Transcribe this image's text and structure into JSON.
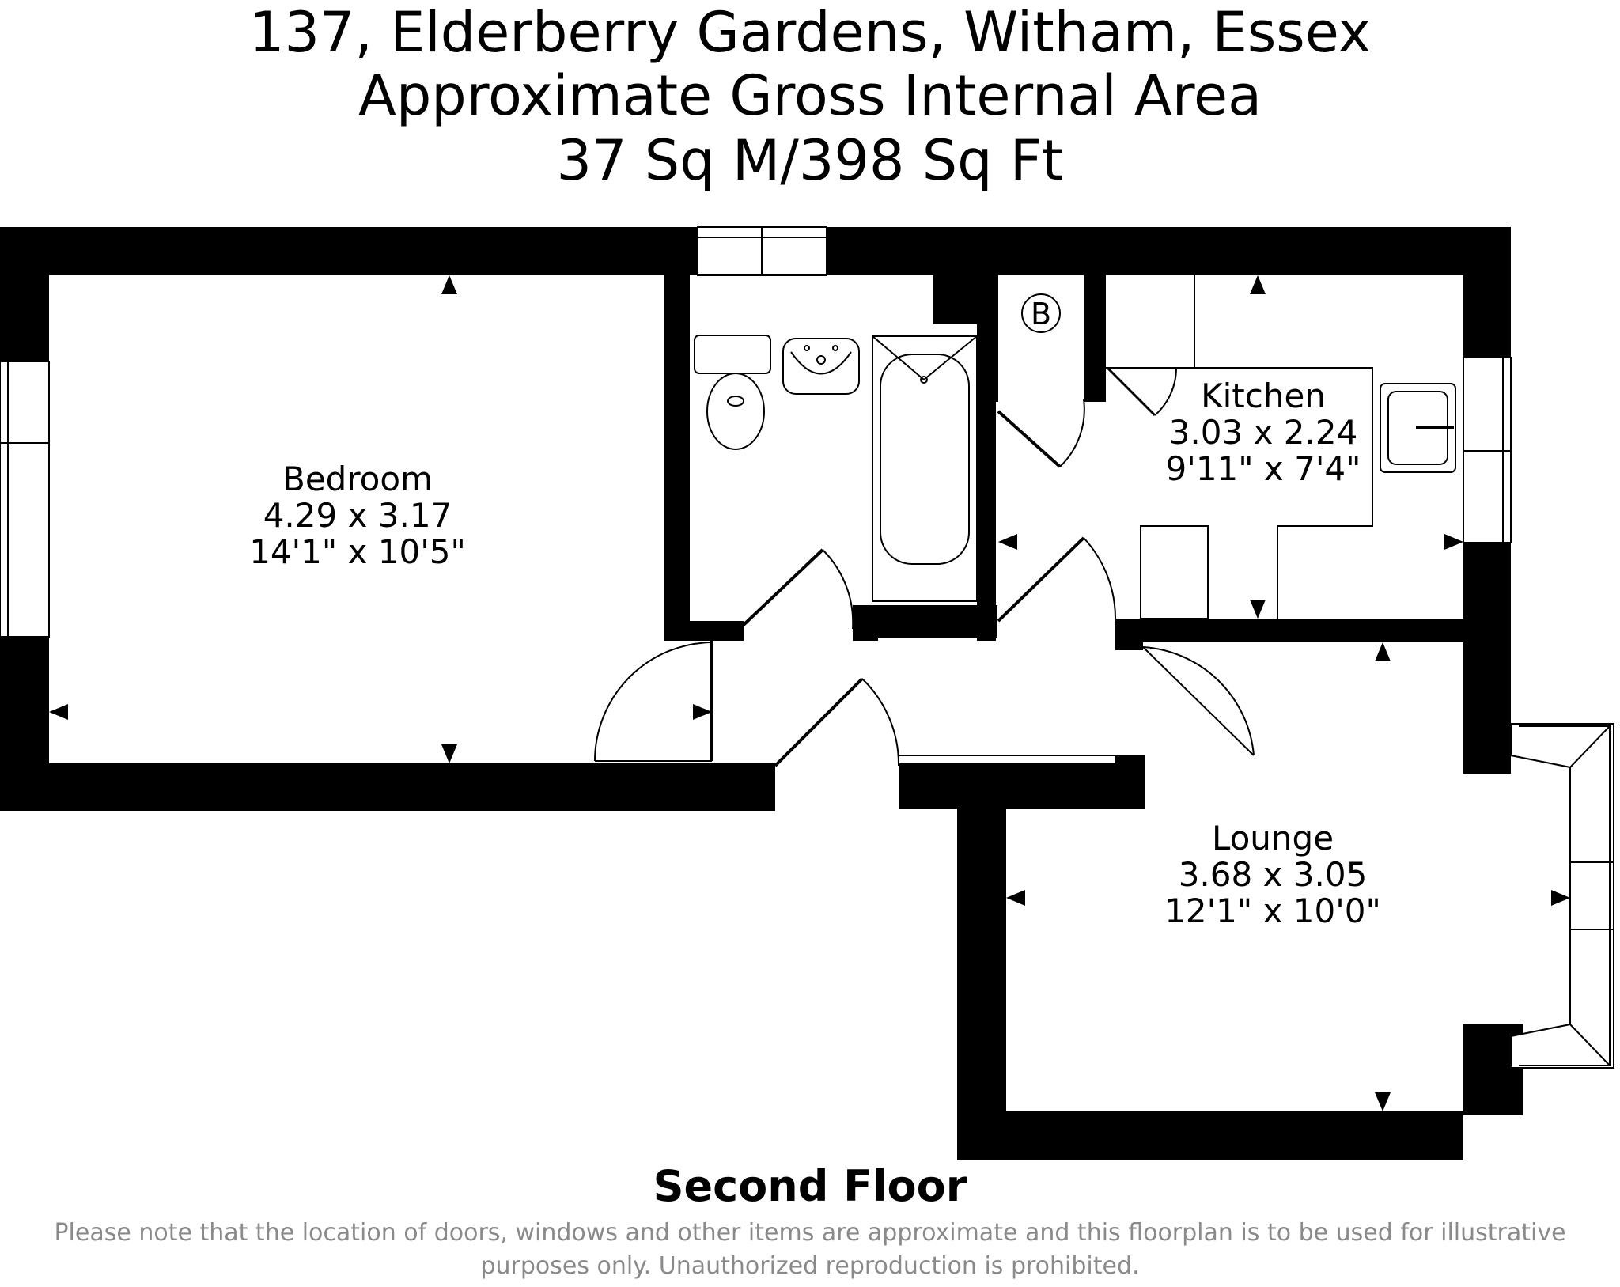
{
  "title": {
    "line1": "137, Elderberry Gardens, Witham, Essex",
    "line2": "Approximate Gross Internal Area",
    "line3": "37 Sq M/398 Sq Ft"
  },
  "rooms": {
    "bedroom": {
      "name": "Bedroom",
      "metric": "4.29 x 3.17",
      "imperial": "14'1\" x 10'5\""
    },
    "kitchen": {
      "name": "Kitchen",
      "metric": "3.03 x 2.24",
      "imperial": "9'11\" x 7'4\""
    },
    "lounge": {
      "name": "Lounge",
      "metric": "3.68 x 3.05",
      "imperial": "12'1\" x 10'0\""
    },
    "boiler": {
      "label": "B"
    }
  },
  "floor_label": "Second Floor",
  "disclaimer": "Please note that the location of doors, windows and other items are approximate and this floorplan is to be used for illustrative purposes only. Unauthorized reproduction is prohibited.",
  "colors": {
    "wall": "#000000",
    "fixture": "#000000",
    "disclaimer": "#8a8a8a"
  }
}
